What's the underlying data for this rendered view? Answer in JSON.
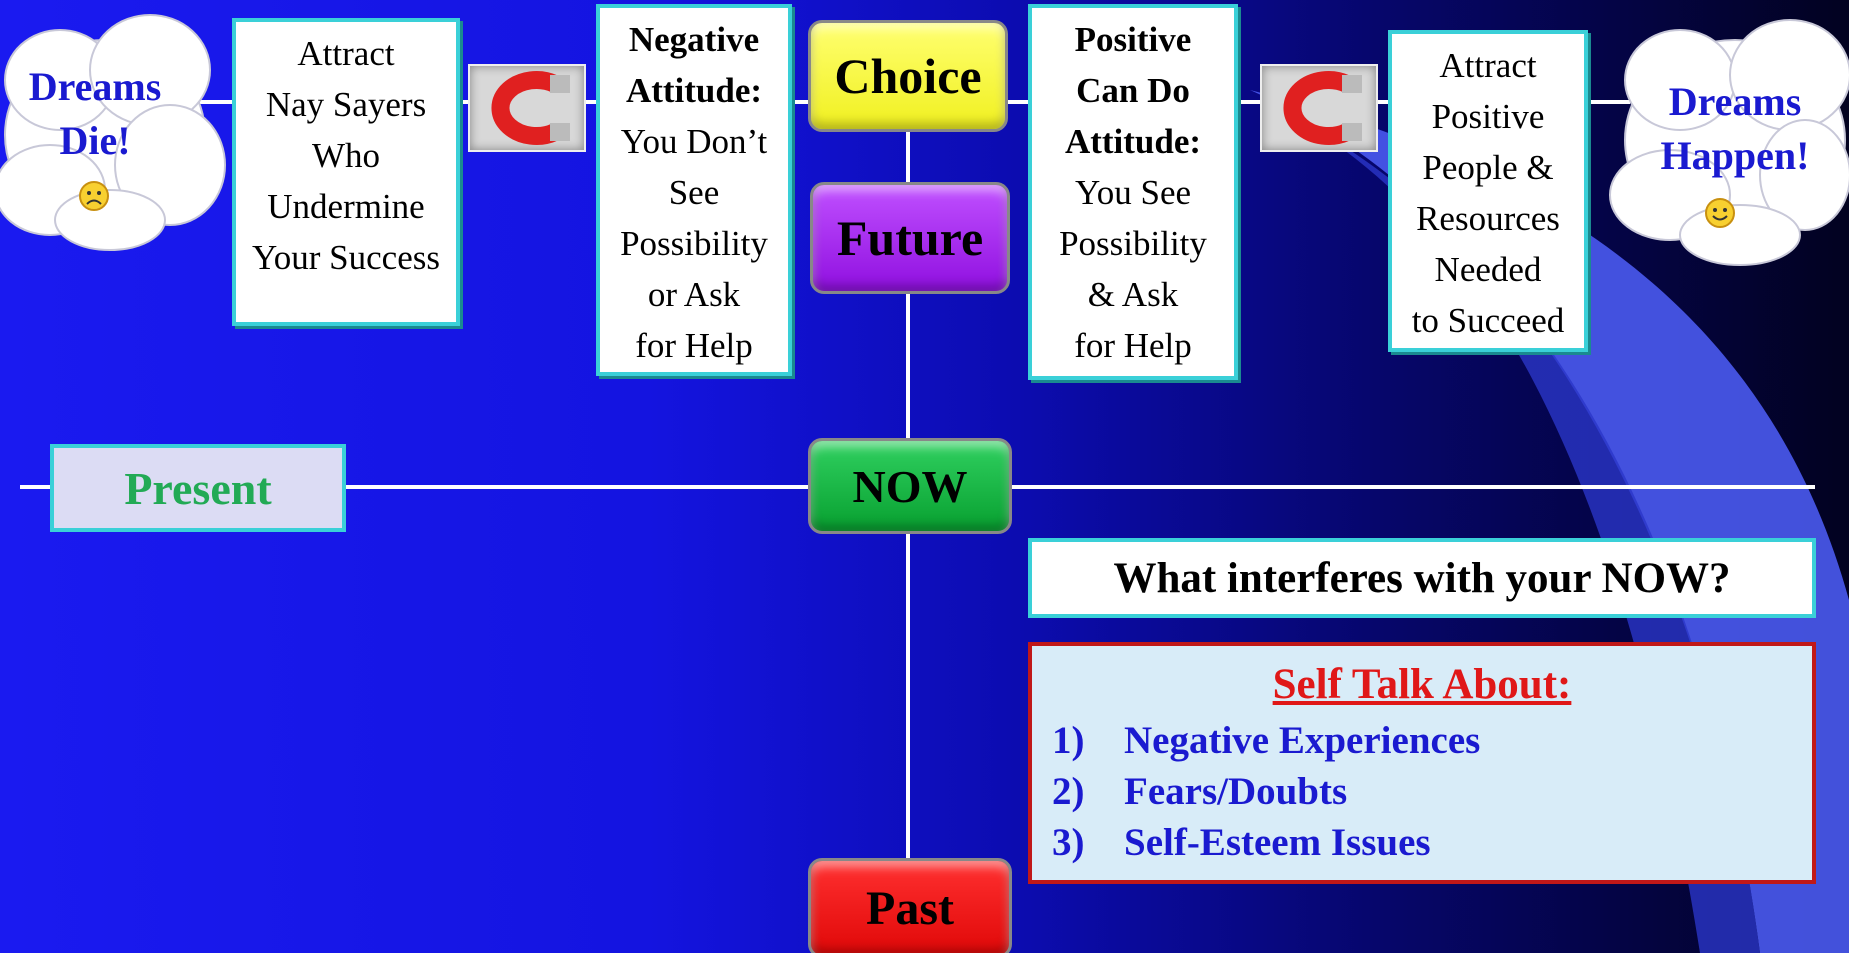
{
  "clouds": {
    "left": {
      "line1": "Dreams",
      "line2": "Die!",
      "face": "sad-face"
    },
    "right": {
      "line1": "Dreams",
      "line2": "Happen!",
      "face": "happy-face"
    }
  },
  "boxes": {
    "nay_sayers": [
      "Attract",
      "Nay Sayers",
      "Who",
      "Undermine",
      "Your Success"
    ],
    "negative": {
      "bold1": "Negative",
      "bold2": "Attitude:",
      "lines": [
        "You Don’t",
        "See",
        "Possibility",
        "or Ask",
        "for Help"
      ]
    },
    "positive": {
      "bold1": "Positive",
      "bold2": "Can Do",
      "bold3": "Attitude:",
      "lines": [
        "You See",
        "Possibility",
        "& Ask",
        "for Help"
      ]
    },
    "attract_positive": [
      "Attract",
      "Positive",
      "People &",
      "Resources",
      "Needed",
      "to Succeed"
    ]
  },
  "timeline": {
    "choice": "Choice",
    "future": "Future",
    "now": "NOW",
    "past": "Past",
    "present": "Present"
  },
  "question": "What interferes with your NOW?",
  "self_talk": {
    "title": "Self Talk About:",
    "items": [
      {
        "num": "1)",
        "text": "Negative  Experiences"
      },
      {
        "num": "2)",
        "text": "Fears/Doubts"
      },
      {
        "num": "3)",
        "text": "Self-Esteem Issues"
      }
    ]
  },
  "colors": {
    "choice": "#f8f830",
    "future": "#a820f0",
    "now": "#10b040",
    "past": "#f01010",
    "cyan_border": "#3ad0d8",
    "cloud_text": "#1a1ad0"
  }
}
